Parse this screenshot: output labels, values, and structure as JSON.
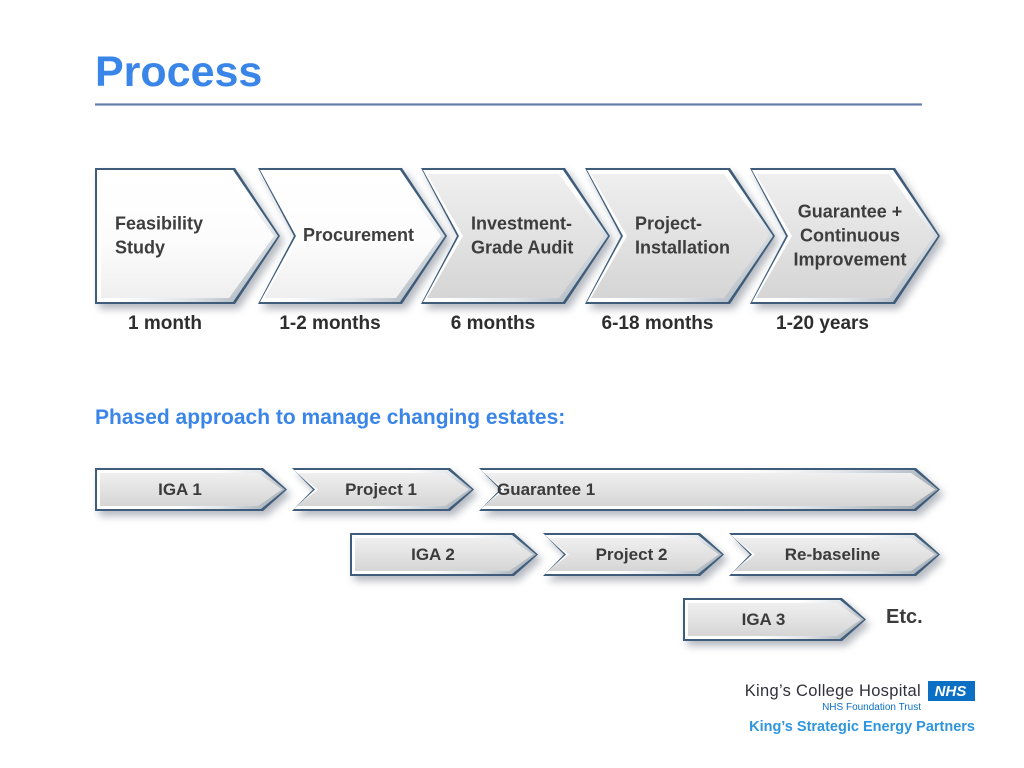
{
  "slide": {
    "title": "Process",
    "section_heading": "Phased approach to manage changing estates:",
    "etc_label": "Etc."
  },
  "process_steps": [
    {
      "label": "Feasibility Study",
      "duration": "1 month"
    },
    {
      "label": "Procurement",
      "duration": "1-2 months"
    },
    {
      "label": "Investment-Grade Audit",
      "duration": "6 months"
    },
    {
      "label": "Project-Installation",
      "duration": "6-18 months"
    },
    {
      "label": "Guarantee + Continuous Improvement",
      "duration": "1-20 years"
    }
  ],
  "phase_rows": [
    {
      "bars": [
        {
          "label": "IGA 1"
        },
        {
          "label": "Project 1"
        },
        {
          "label": "Guarantee 1"
        }
      ]
    },
    {
      "bars": [
        {
          "label": "IGA 2"
        },
        {
          "label": "Project 2"
        },
        {
          "label": "Re-baseline"
        }
      ]
    },
    {
      "bars": [
        {
          "label": "IGA 3"
        }
      ]
    }
  ],
  "footer": {
    "hospital_name": "King’s College Hospital",
    "trust_label": "NHS Foundation Trust",
    "nhs_logo_text": "NHS",
    "partner_label": "King’s Strategic Energy Partners"
  },
  "colors": {
    "accent_blue": "#3a85e8",
    "nhs_blue": "#0b6fc3",
    "partner_blue": "#2e96df",
    "chevron_border": "#3f5d7a",
    "chevron_gray_fill": "#e1e1e1",
    "chevron_white_fill": "#ffffff",
    "text_dark": "#3d3d3d"
  }
}
